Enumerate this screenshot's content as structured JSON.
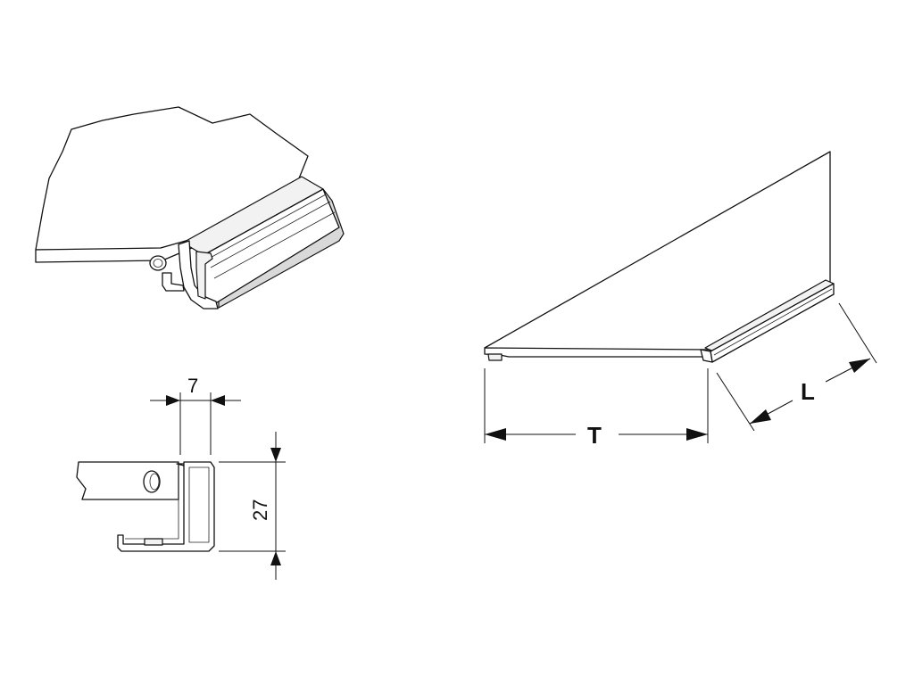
{
  "dimensions": {
    "width_label": "7",
    "height_label": "27",
    "length_t_label": "T",
    "length_l_label": "L"
  }
}
